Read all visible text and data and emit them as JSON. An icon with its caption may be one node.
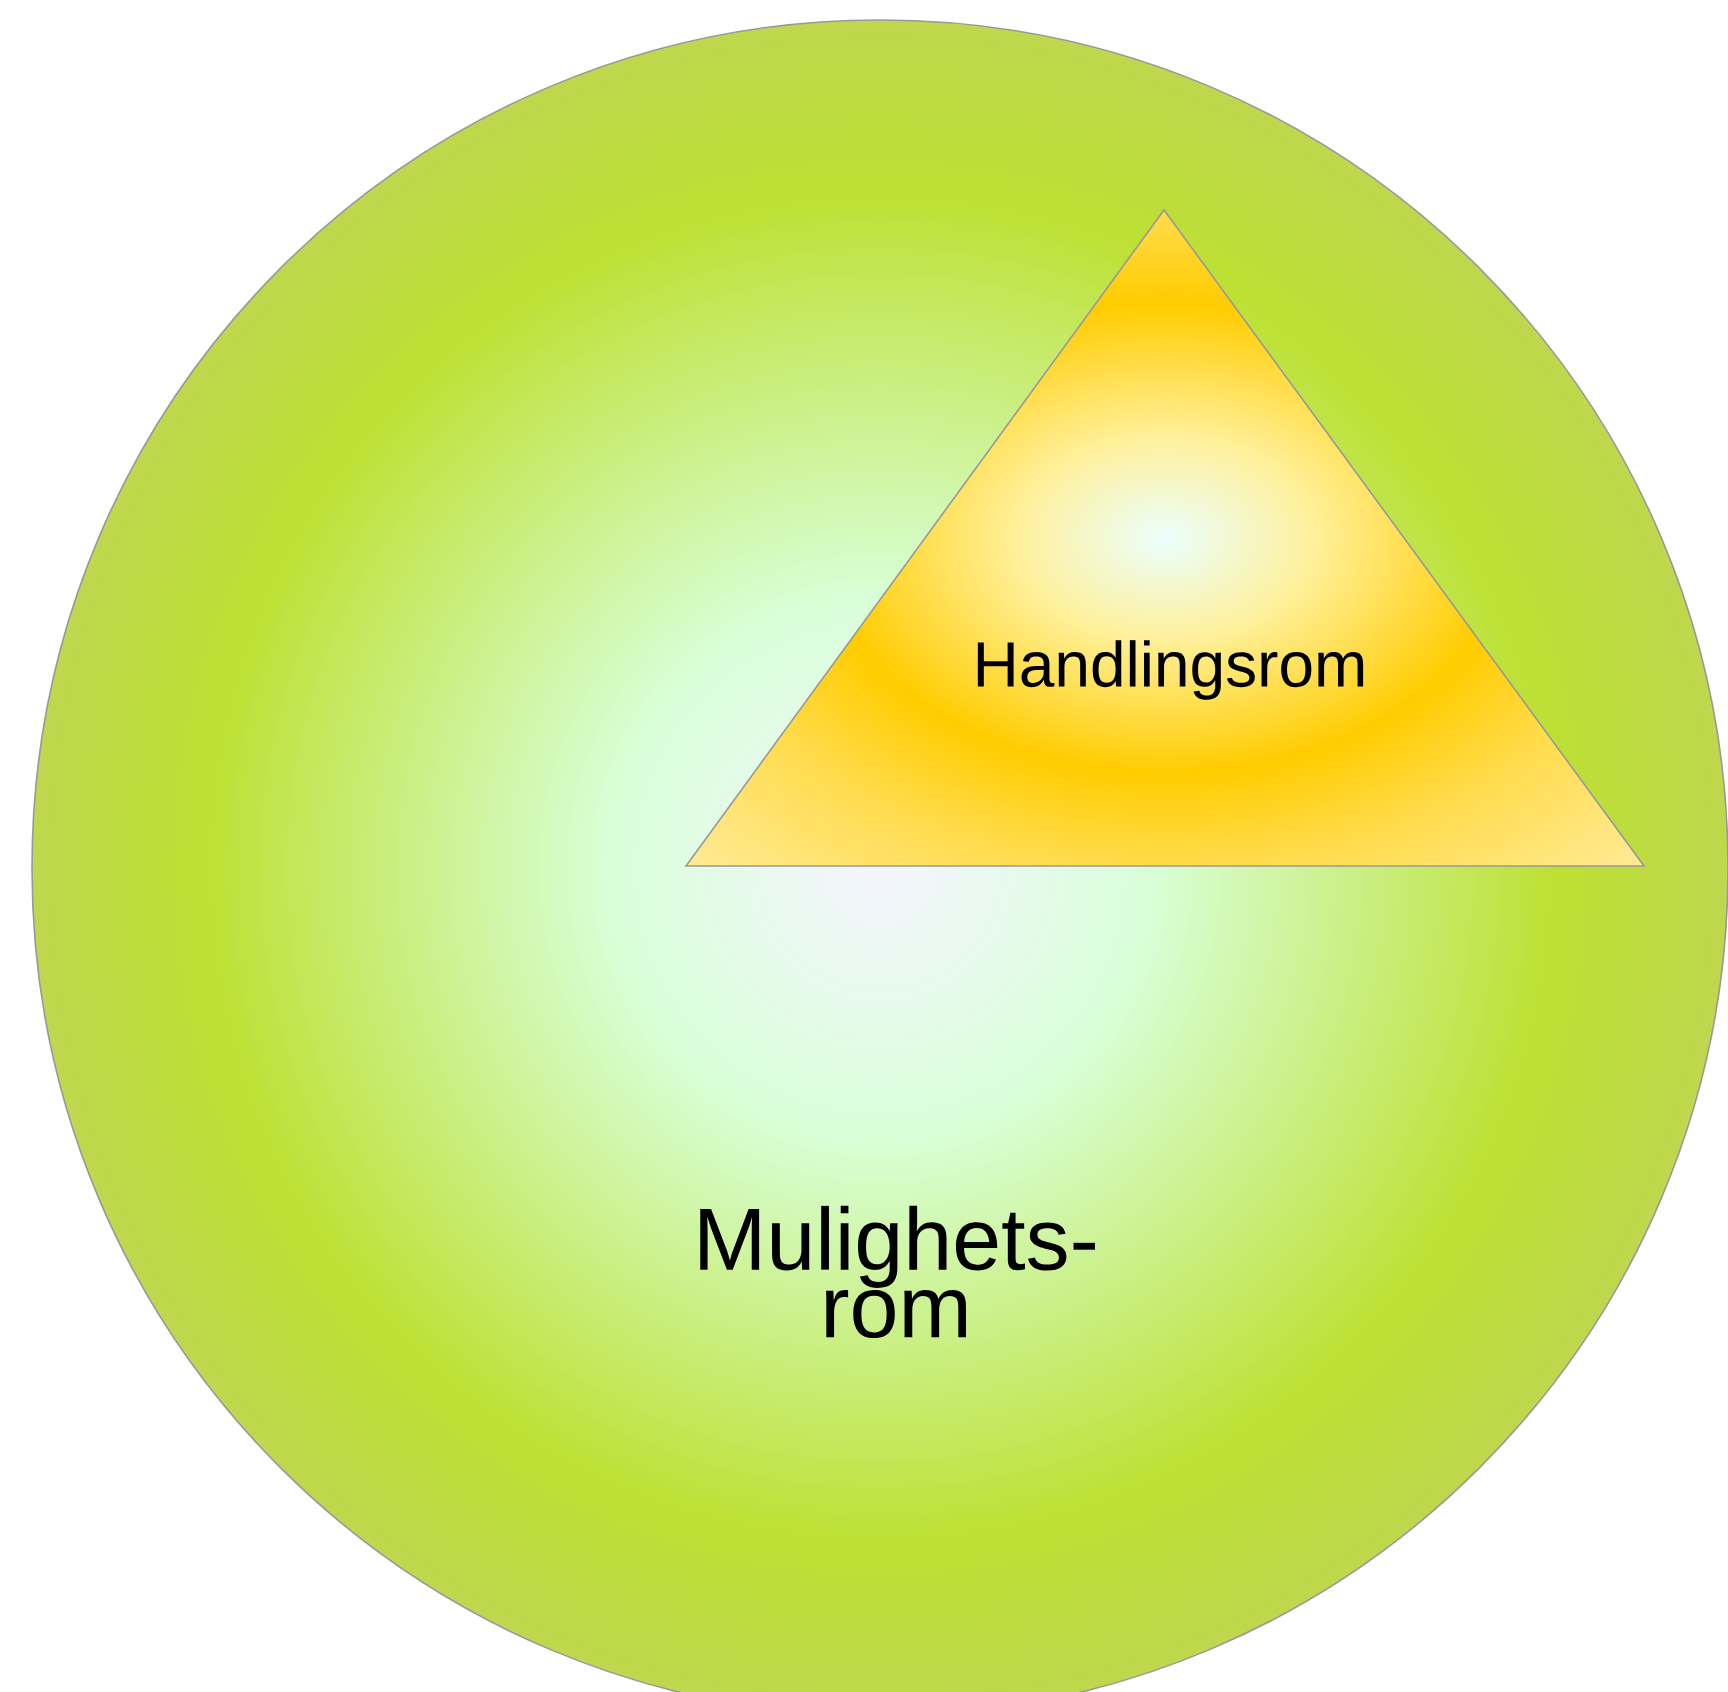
{
  "diagram": {
    "nodes": [
      {
        "text": [
          "Mulighets- rom"
        ]
      },
      {
        "text": [
          "Handlingsrom"
        ],
        "in": 0
      }
    ]
  }
}
